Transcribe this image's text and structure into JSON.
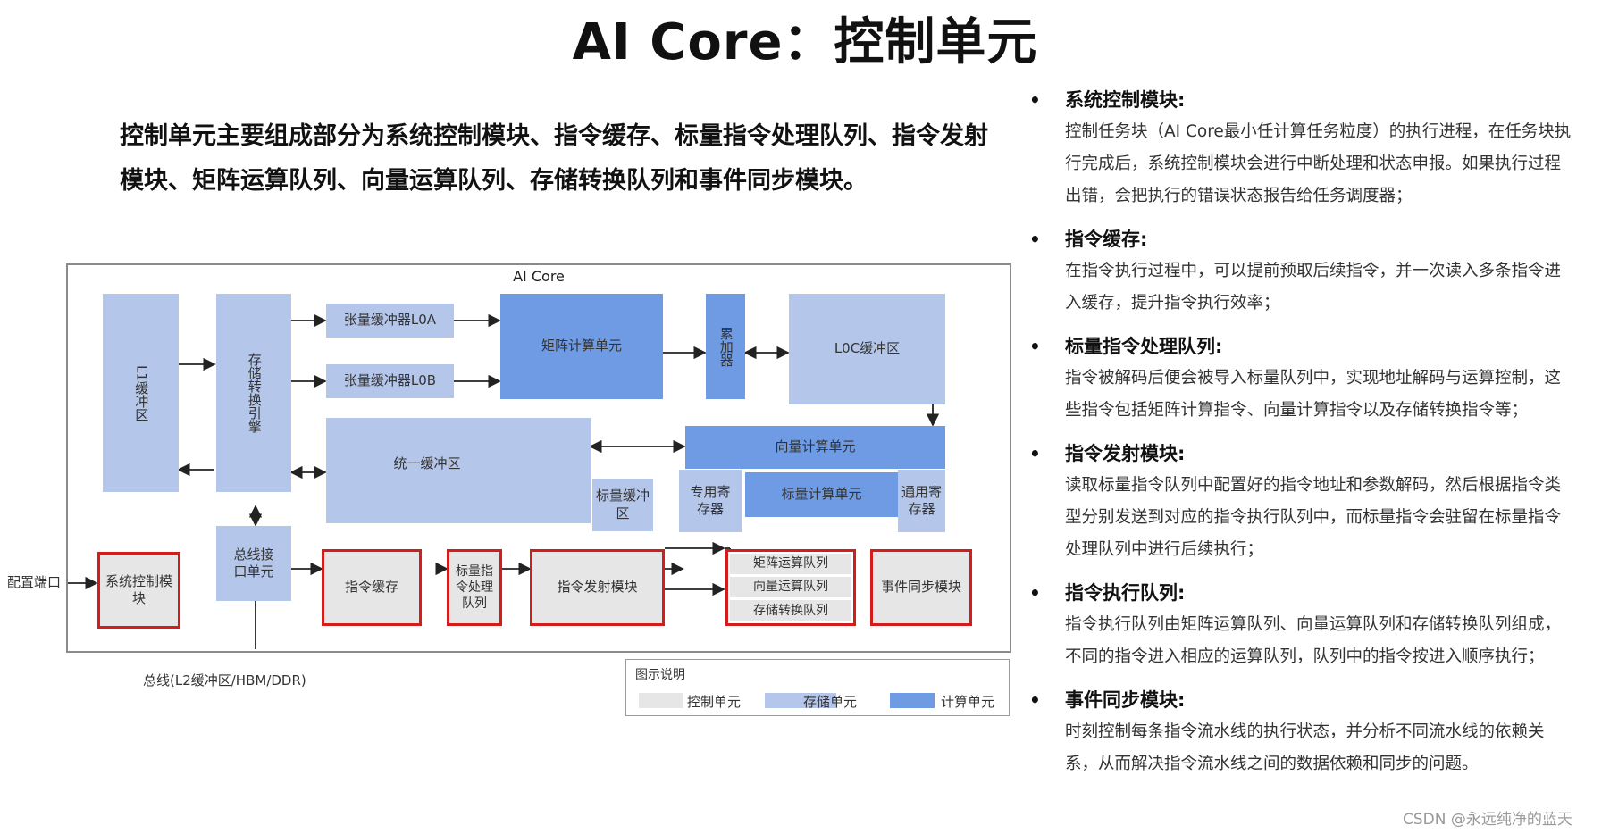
{
  "title": "AI Core：控制单元",
  "intro": "控制单元主要组成部分为系统控制模块、指令缓存、标量指令处理队列、指令发射模块、矩阵运算队列、向量运算队列、存储转换队列和事件同步模块。",
  "diagram": {
    "frame_title": "AI Core",
    "blocks": {
      "l1": "L1缓冲区",
      "storage_convert": "存储转换引擎",
      "tensor_l0a": "张量缓冲器L0A",
      "tensor_l0b": "张量缓冲器L0B",
      "matrix_unit": "矩阵计算单元",
      "accumulator": "累加器",
      "l0c": "L0C缓冲区",
      "vector_unit": "向量计算单元",
      "unified_buffer": "统一缓冲区",
      "scalar_buffer": "标量缓冲区",
      "special_reg": "专用寄存器",
      "scalar_unit": "标量计算单元",
      "general_reg": "通用寄存器",
      "sys_ctrl": "系统控制模块",
      "bus_iface": "总线接口单元",
      "inst_cache": "指令缓存",
      "scalar_queue": "标量指令处理队列",
      "inst_dispatch": "指令发射模块",
      "matrix_queue": "矩阵运算队列",
      "vector_queue": "向量运算队列",
      "storage_queue": "存储转换队列",
      "event_sync": "事件同步模块"
    },
    "config_port": "配置端口",
    "bus": "总线(L2缓冲区/HBM/DDR)",
    "legend": {
      "title": "图示说明",
      "control": "控制单元",
      "storage": "存储单元",
      "compute": "计算单元"
    },
    "colors": {
      "control": "#e6e6e6",
      "storage": "#b4c6ea",
      "compute": "#6e9be3",
      "highlight": "#d31d1d"
    }
  },
  "notes": [
    {
      "heading": "系统控制模块:",
      "body": "控制任务块（AI Core最小任计算任务粒度）的执行进程，在任务块执行完成后，系统控制模块会进行中断处理和状态申报。如果执行过程出错，会把执行的错误状态报告给任务调度器；"
    },
    {
      "heading": "指令缓存:",
      "body": "在指令执行过程中，可以提前预取后续指令，并一次读入多条指令进入缓存，提升指令执行效率；"
    },
    {
      "heading": "标量指令处理队列:",
      "body": "指令被解码后便会被导入标量队列中，实现地址解码与运算控制，这些指令包括矩阵计算指令、向量计算指令以及存储转换指令等；"
    },
    {
      "heading": "指令发射模块:",
      "body": "读取标量指令队列中配置好的指令地址和参数解码，然后根据指令类型分别发送到对应的指令执行队列中，而标量指令会驻留在标量指令处理队列中进行后续执行；"
    },
    {
      "heading": "指令执行队列:",
      "body": "指令执行队列由矩阵运算队列、向量运算队列和存储转换队列组成，不同的指令进入相应的运算队列，队列中的指令按进入顺序执行；"
    },
    {
      "heading": "事件同步模块:",
      "body": "时刻控制每条指令流水线的执行状态，并分析不同流水线的依赖关系，从而解决指令流水线之间的数据依赖和同步的问题。"
    }
  ],
  "watermark": "CSDN @永远纯净的蓝天"
}
